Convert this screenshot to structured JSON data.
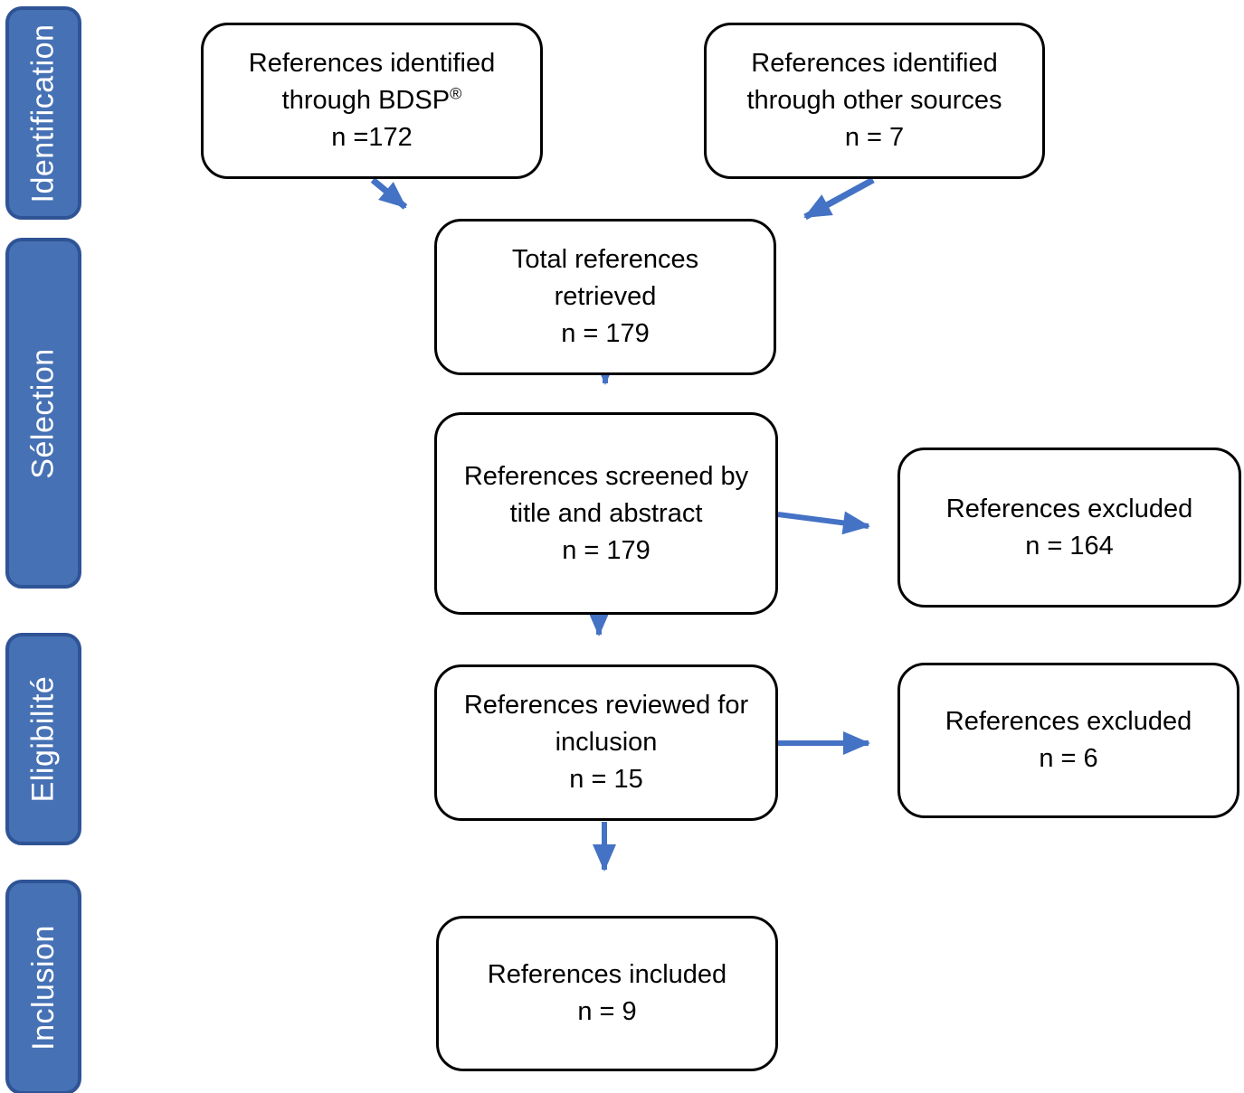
{
  "stages": [
    {
      "label": "Identification"
    },
    {
      "label": "Sélection"
    },
    {
      "label": "Eligibilité"
    },
    {
      "label": "Inclusion"
    }
  ],
  "boxes": {
    "bdsp": {
      "line1": "References identified",
      "line2": "through BDSP",
      "line2_sup": "®",
      "line3": "n =172"
    },
    "other_sources": {
      "line1": "References identified",
      "line2": "through other sources",
      "line3": "n = 7"
    },
    "total": {
      "line1": "Total references",
      "line2": "retrieved",
      "line3": "n = 179"
    },
    "screened": {
      "line1": "References screened by",
      "line2": "title and abstract",
      "line3": "n = 179"
    },
    "excluded_screening": {
      "line1": "References excluded",
      "line2": "n = 164"
    },
    "reviewed": {
      "line1": "References reviewed for",
      "line2": "inclusion",
      "line3": "n = 15"
    },
    "excluded_review": {
      "line1": "References excluded",
      "line2": "n = 6"
    },
    "included": {
      "line1": "References included",
      "line2": "n = 9"
    }
  },
  "colors": {
    "accent_blue": "#4472C4",
    "stage_fill": "#4671B5",
    "stage_border": "#2F5496",
    "box_border": "#000000",
    "stage_text": "#FFFFFF"
  }
}
